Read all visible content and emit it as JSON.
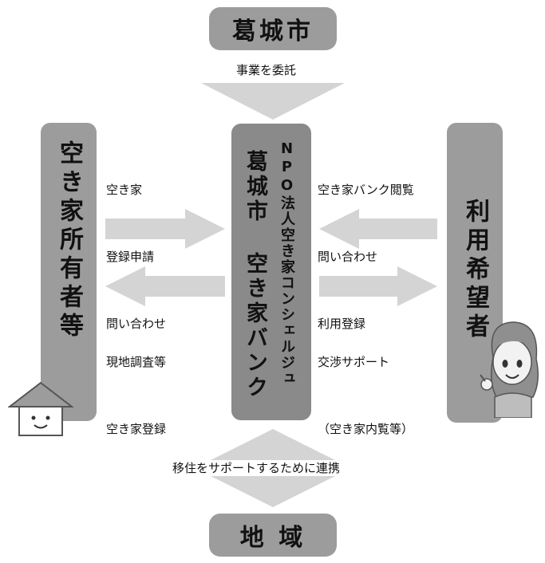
{
  "top": {
    "label": "葛城市"
  },
  "bottom": {
    "label": "地 域"
  },
  "commission": {
    "label": "事業を委託"
  },
  "cooperation": {
    "label": "移住をサポートするために連携"
  },
  "center": {
    "main": "葛城市 空き家バンク",
    "sub": "NPO法人空き家コンシェルジュ"
  },
  "left": {
    "label": "空き家所有者等"
  },
  "right": {
    "label": "利用希望者"
  },
  "left_in_lines": [
    "空き家",
    "登録申請",
    "問い合わせ"
  ],
  "left_out_lines": [
    "現地調査等",
    "空き家登録"
  ],
  "right_in_lines": [
    "空き家バンク閲覧",
    "問い合わせ",
    "利用登録"
  ],
  "right_out_lines": [
    "交渉サポート",
    "（空き家内覧等）"
  ],
  "colors": {
    "box": "#9c9c9c",
    "center": "#8a8a8a",
    "arrow": "#d4d4d4"
  },
  "icons": {
    "house": "house-face-icon",
    "person": "woman-avatar-icon"
  }
}
